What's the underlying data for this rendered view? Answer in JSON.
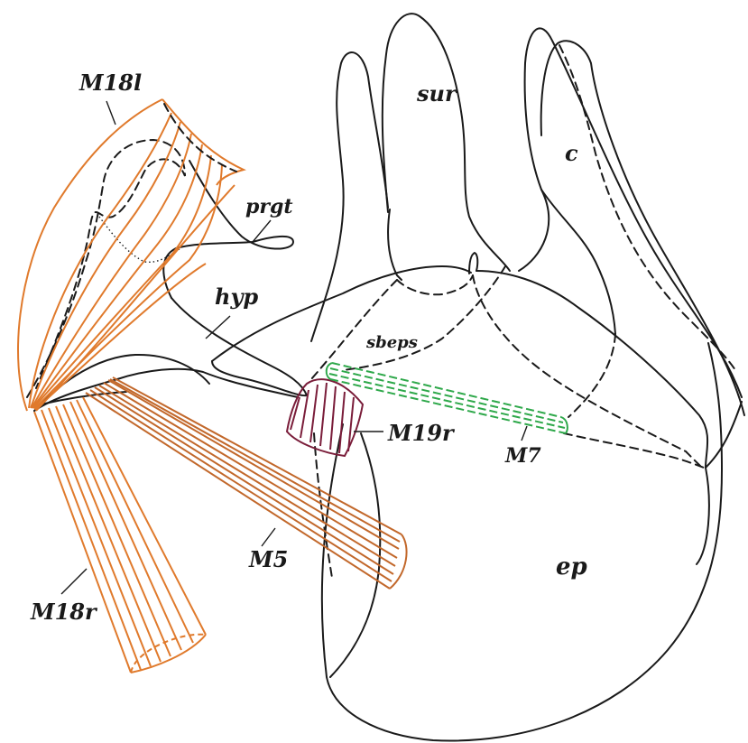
{
  "labels": {
    "m18l": "M18l",
    "sur": "sur",
    "c": "c",
    "prgt": "prgt",
    "hyp": "hyp",
    "sbeps": "sbeps",
    "m19r": "M19r",
    "m7": "M7",
    "m5": "M5",
    "ep": "ep",
    "m18r": "M18r"
  },
  "colors": {
    "outline": "#1a1a1a",
    "muscle_orange": "#e07a2c",
    "muscle_brown": "#c2682b",
    "muscle_maroon": "#7a1d3a",
    "muscle_green": "#2ea84a"
  }
}
